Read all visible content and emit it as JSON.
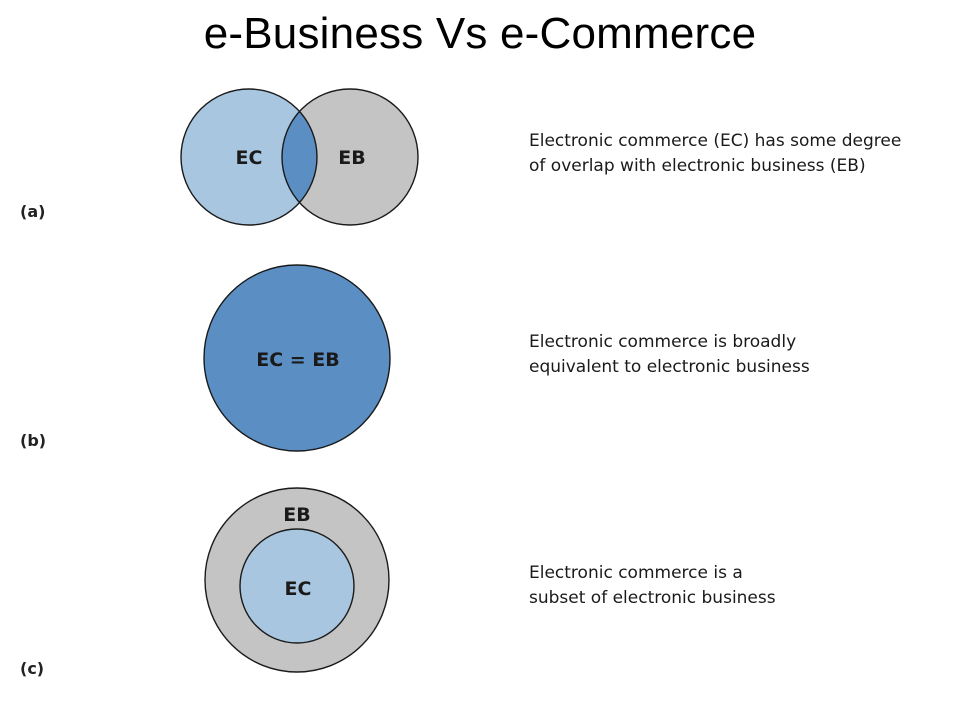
{
  "title": "e-Business Vs e-Commerce",
  "colors": {
    "ec_light": "#a9c6e0",
    "overlap_blue": "#5b8fc4",
    "eb_gray": "#c4c4c4",
    "outline": "#1a1a1a"
  },
  "panels": [
    {
      "letter": "(a)",
      "labels": {
        "ec": "EC",
        "eb": "EB"
      },
      "caption_lines": [
        "Electronic commerce (EC) has some degree",
        "of overlap with electronic business (EB)"
      ]
    },
    {
      "letter": "(b)",
      "labels": {
        "combined": "EC = EB"
      },
      "caption_lines": [
        "Electronic commerce is broadly",
        "equivalent to electronic business"
      ]
    },
    {
      "letter": "(c)",
      "labels": {
        "eb": "EB",
        "ec": "EC"
      },
      "caption_lines": [
        "Electronic commerce is a",
        "subset of electronic business"
      ]
    }
  ]
}
